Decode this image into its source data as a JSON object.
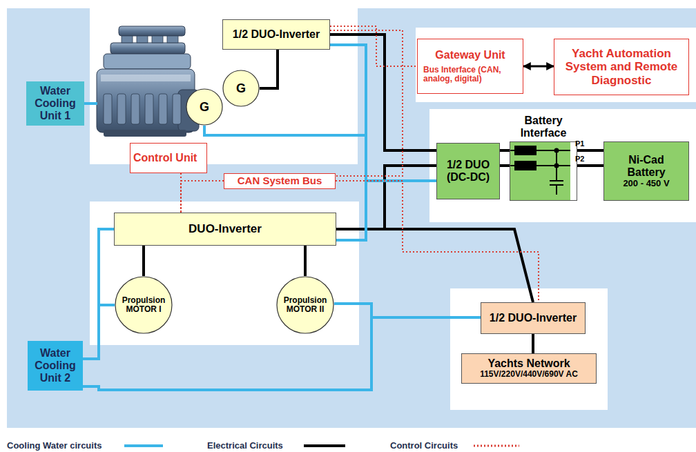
{
  "diagram": {
    "nodes": [
      {
        "text": [
          "1/2 DUO-Inverter"
        ]
      },
      {
        "text": [
          "Gateway Unit",
          "Bus Interface (CAN, analog, digital)"
        ]
      },
      {
        "text": [
          "Yacht Automation System and Remote Diagnostic"
        ]
      },
      {
        "text": [
          "Water Cooling Unit 1"
        ]
      },
      {
        "text": [
          "G"
        ]
      },
      {
        "text": [
          "G"
        ]
      },
      {
        "text": [
          "Control Unit"
        ]
      },
      {
        "text": [
          "CAN System Bus"
        ]
      },
      {
        "text": [
          "Battery Interface"
        ]
      },
      {
        "text": [
          "1/2 DUO (DC-DC)"
        ]
      },
      {
        "text": [
          "Ni-Cad Battery",
          "200 - 450 V"
        ]
      },
      {
        "text": [
          "DUO-Inverter"
        ]
      },
      {
        "text": [
          "Propulsion MOTOR I"
        ]
      },
      {
        "text": [
          "Propulsion MOTOR II"
        ]
      },
      {
        "text": [
          "Water Cooling Unit 2"
        ]
      },
      {
        "text": [
          "1/2 DUO-Inverter"
        ]
      },
      {
        "text": [
          "Yachts Network",
          "115V/220V/440V/690V AC"
        ]
      }
    ],
    "edges": [
      {
        "from": 0,
        "to": 4,
        "arrow": "none"
      },
      {
        "from": 0,
        "to": 9,
        "arrow": "none"
      },
      {
        "from": 11,
        "to": 9,
        "arrow": "none"
      },
      {
        "from": 11,
        "to": 15,
        "arrow": "none"
      },
      {
        "from": 9,
        "to": 8,
        "arrow": "none"
      },
      {
        "from": 9,
        "to": 8,
        "arrow": "none"
      },
      {
        "from": 8,
        "to": 10,
        "label": "P1",
        "arrow": "none"
      },
      {
        "from": 8,
        "to": 10,
        "label": "P2",
        "arrow": "none"
      },
      {
        "from": 11,
        "to": 12,
        "arrow": "none"
      },
      {
        "from": 11,
        "to": 13,
        "arrow": "none"
      },
      {
        "from": 15,
        "to": 16,
        "arrow": "none"
      },
      {
        "from": 1,
        "to": 2,
        "arrow": "both"
      },
      {
        "from": 0,
        "to": 9,
        "arrow": "none"
      },
      {
        "from": 5,
        "to": 9,
        "arrow": "none"
      },
      {
        "from": 11,
        "to": 9,
        "arrow": "none"
      },
      {
        "from": 14,
        "to": 11,
        "arrow": "none"
      },
      {
        "from": 14,
        "to": 12,
        "arrow": "none"
      },
      {
        "from": 14,
        "to": 15,
        "arrow": "none"
      },
      {
        "from": 13,
        "to": 15,
        "arrow": "none"
      },
      {
        "from": 6,
        "to": 11,
        "arrow": "none"
      },
      {
        "from": 7,
        "to": 11,
        "arrow": "none"
      },
      {
        "from": 7,
        "to": 15,
        "arrow": "none"
      },
      {
        "from": 0,
        "to": 1,
        "arrow": "none"
      },
      {
        "from": 0,
        "to": 7,
        "arrow": "none"
      }
    ],
    "legend": [
      {
        "text": "Cooling Water circuits"
      },
      {
        "text": "Electrical Circuits"
      },
      {
        "text": "Control Circuits"
      }
    ]
  }
}
